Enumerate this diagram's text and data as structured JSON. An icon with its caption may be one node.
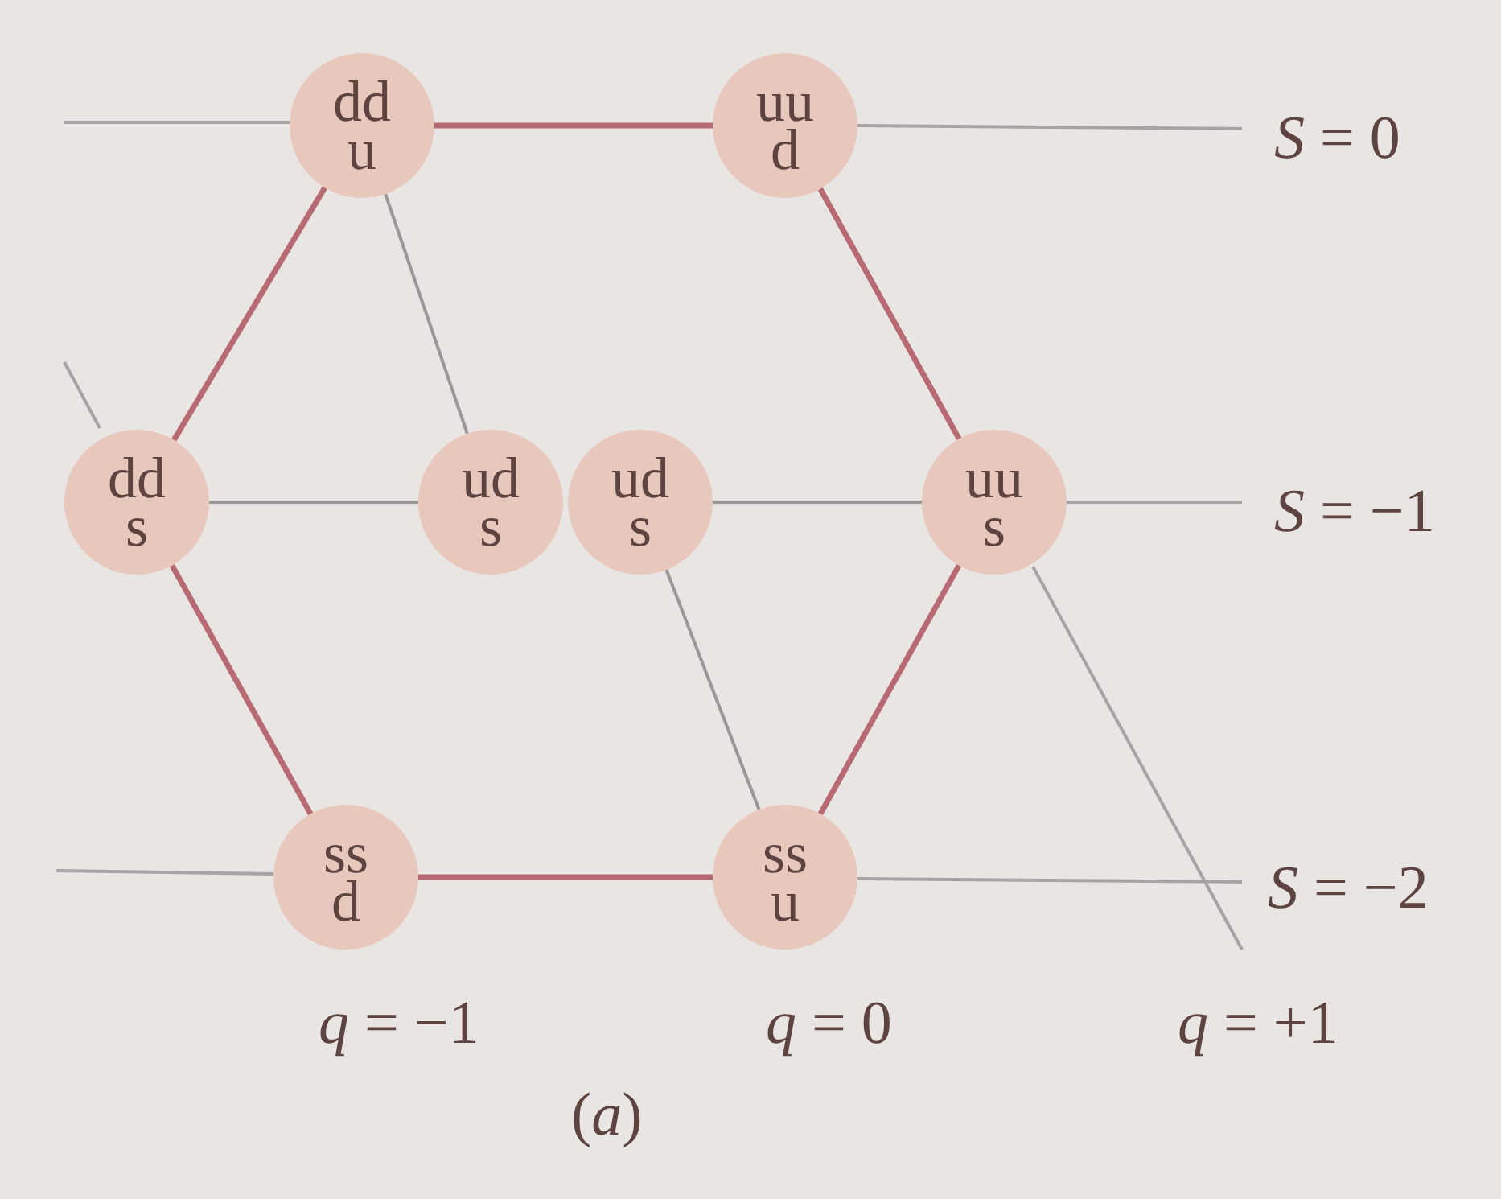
{
  "diagram": {
    "caption": "(*a*)",
    "nodes": [
      {
        "text": [
          "dd",
          "u"
        ]
      },
      {
        "text": [
          "uu",
          "d"
        ]
      },
      {
        "text": [
          "dd",
          "s"
        ]
      },
      {
        "text": [
          "ud",
          "s"
        ]
      },
      {
        "text": [
          "ud",
          "s"
        ]
      },
      {
        "text": [
          "uu",
          "s"
        ]
      },
      {
        "text": [
          "ss",
          "d"
        ]
      },
      {
        "text": [
          "ss",
          "u"
        ]
      }
    ],
    "edges": [
      {
        "from": 0,
        "to": 1,
        "arrow": "none"
      },
      {
        "from": 1,
        "to": 5,
        "arrow": "none"
      },
      {
        "from": 5,
        "to": 7,
        "arrow": "none"
      },
      {
        "from": 7,
        "to": 6,
        "arrow": "none"
      },
      {
        "from": 6,
        "to": 2,
        "arrow": "none"
      },
      {
        "from": 2,
        "to": 0,
        "arrow": "none"
      },
      {
        "from": 0,
        "to": 3,
        "arrow": "none",
        "color": "#9c9696"
      },
      {
        "from": 4,
        "to": 7,
        "arrow": "none",
        "color": "#9c9696"
      },
      {
        "from": 2,
        "to": 3,
        "arrow": "none",
        "color": "#9c9696"
      },
      {
        "from": 4,
        "to": 5,
        "arrow": "none",
        "color": "#9c9696"
      }
    ],
    "labels": [
      "*S* = 0",
      "*S* = −1",
      "*S* = −2",
      "*q* = −1",
      "*q* = 0",
      "*q* = +1"
    ]
  }
}
